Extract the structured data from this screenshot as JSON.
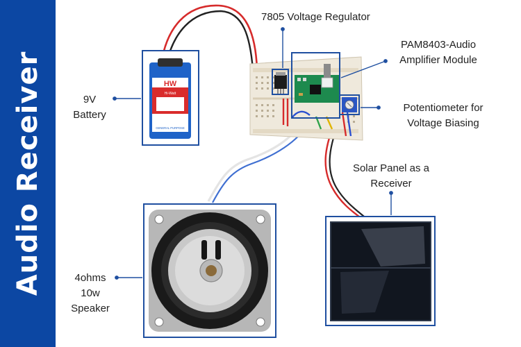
{
  "sidebar": {
    "title": "Audio Receiver"
  },
  "labels": {
    "regulator": "7805 Voltage Regulator",
    "amplifier": [
      "PAM8403-Audio",
      "Amplifier Module"
    ],
    "battery": [
      "9V",
      "Battery"
    ],
    "potentiometer": [
      "Potentiometer for",
      "Voltage Biasing"
    ],
    "solar": [
      "Solar Panel as a",
      "Receiver"
    ],
    "speaker": [
      "4ohms",
      "10w",
      "Speaker"
    ]
  },
  "battery_print": {
    "brand": "HW",
    "brand_sub": "Hi-Watt",
    "bottom": "GENERAL PURPOSE"
  },
  "colors": {
    "sidebar": "#0c47a3",
    "box": "#1f4fa0",
    "pcb": "#1d8a4e",
    "breadboard": "#efe9dc",
    "text": "#222222"
  }
}
